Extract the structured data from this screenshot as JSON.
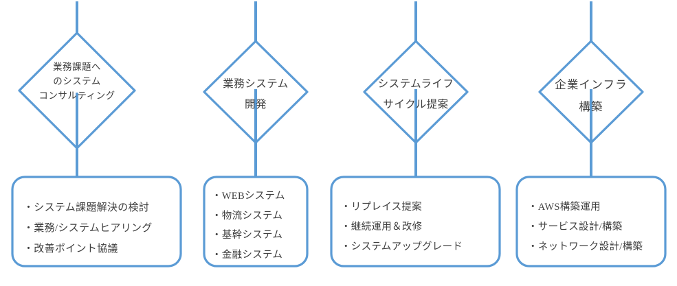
{
  "diagram": {
    "type": "process-flow",
    "accent_color": "#5B9BD5",
    "text_color": "#3F3F3F",
    "background_color": "#FFFFFF",
    "columns": [
      {
        "id": "column-1",
        "diamond": {
          "lines": [
            "業務課題へ",
            "のシステム",
            "コンサルティング"
          ]
        },
        "card": {
          "items": [
            "・システム課題解決の検討",
            "・業務/システムヒアリング",
            "・改善ポイント協議"
          ]
        }
      },
      {
        "id": "column-2",
        "diamond": {
          "lines": [
            "業務システム",
            "開発"
          ]
        },
        "card": {
          "items": [
            "・WEBシステム",
            "・物流システム",
            "・基幹システム",
            "・金融システム"
          ]
        }
      },
      {
        "id": "column-3",
        "diamond": {
          "lines": [
            "システムライフ",
            "サイクル提案"
          ]
        },
        "card": {
          "items": [
            "・リプレイス提案",
            "・継続運用＆改修",
            "・システムアップグレード"
          ]
        }
      },
      {
        "id": "column-4",
        "diamond": {
          "lines": [
            "企業インフラ",
            "構築"
          ]
        },
        "card": {
          "items": [
            "・AWS構築運用",
            "・サービス設計/構築",
            "・ネットワーク設計/構築"
          ]
        }
      }
    ]
  }
}
